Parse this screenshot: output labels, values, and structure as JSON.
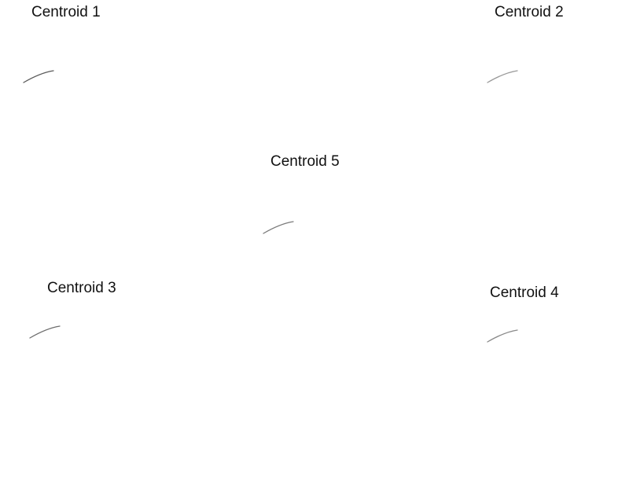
{
  "figure": {
    "centroids": [
      {
        "id": "c1",
        "label": "Centroid 1",
        "stroke": "#5a5a5a"
      },
      {
        "id": "c2",
        "label": "Centroid 2",
        "stroke": "#9a9a9a"
      },
      {
        "id": "c5",
        "label": "Centroid 5",
        "stroke": "#7a7a7a"
      },
      {
        "id": "c3",
        "label": "Centroid 3",
        "stroke": "#6e6e6e"
      },
      {
        "id": "c4",
        "label": "Centroid 4",
        "stroke": "#8a8a8a"
      }
    ]
  }
}
